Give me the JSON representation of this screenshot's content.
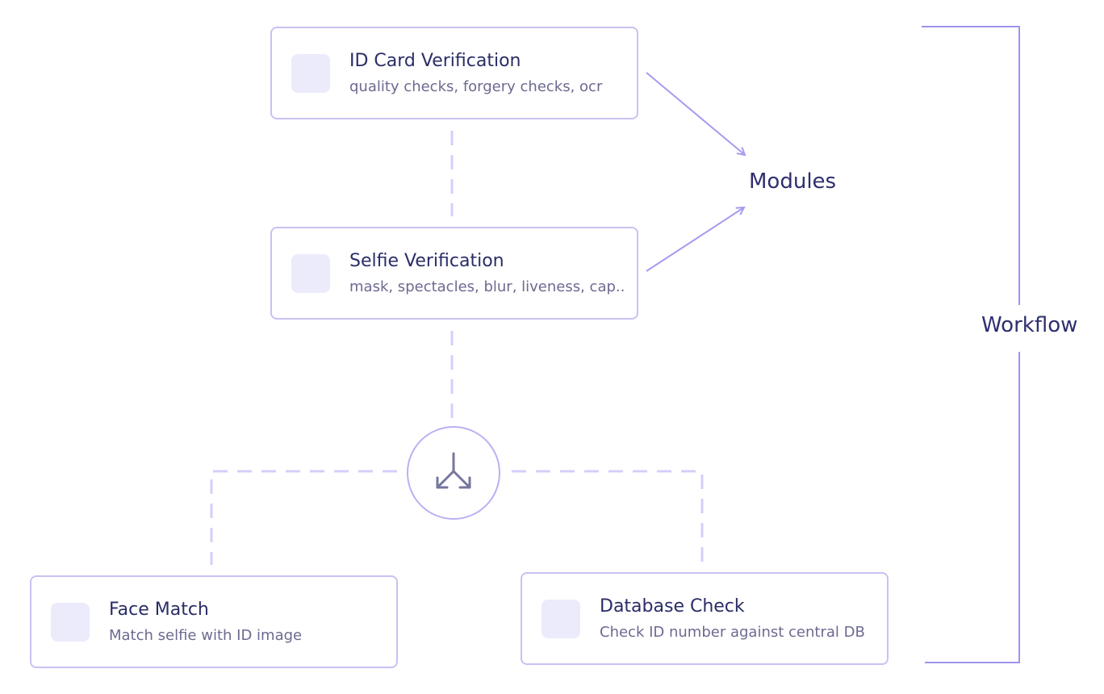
{
  "modules": [
    {
      "title": "ID Card Verification",
      "description": "quality checks, forgery checks, ocr"
    },
    {
      "title": "Selfie Verification",
      "description": "mask, spectacles, blur, liveness, cap.."
    },
    {
      "title": "Face Match",
      "description": "Match selfie with ID image"
    },
    {
      "title": "Database Check",
      "description": "Check ID number against central DB"
    }
  ],
  "labels": {
    "modules": "Modules",
    "workflow": "Workflow"
  },
  "icons": {
    "split": "split-arrows-icon"
  },
  "colors": {
    "card_border": "#c8c1f2",
    "icon_fill": "#ecebfc",
    "title_text": "#2a2d66",
    "desc_text": "#6c6a90",
    "connector": "#d4cff8",
    "arrow": "#a49cf0",
    "bracket": "#9d93ee"
  }
}
